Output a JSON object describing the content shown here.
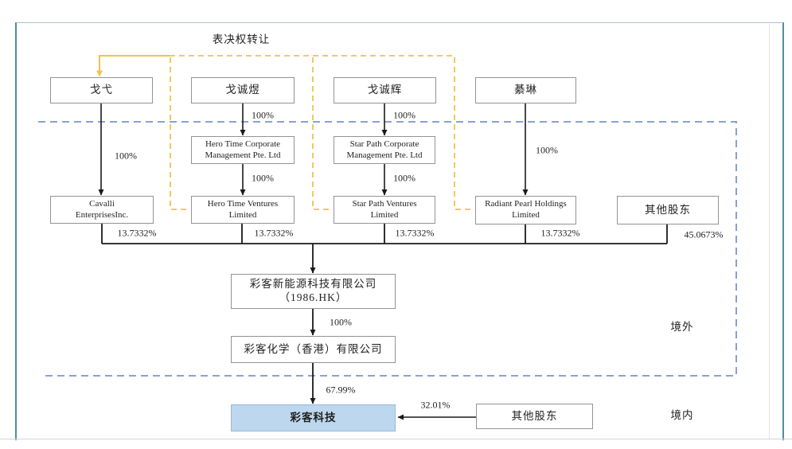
{
  "figure": {
    "title": "表决权转让",
    "regions": {
      "offshore": "境外",
      "onshore": "境内"
    }
  },
  "nodes": {
    "ge_yi": {
      "label": "戈弋"
    },
    "ge_chengyu": {
      "label": "戈诚煜"
    },
    "ge_chenghui": {
      "label": "戈诚辉"
    },
    "qi_lin": {
      "label": "綦琳"
    },
    "hero_corp": {
      "line1": "Hero Time Corporate",
      "line2": "Management Pte. Ltd"
    },
    "star_corp": {
      "line1": "Star Path Corporate",
      "line2": "Management Pte. Ltd"
    },
    "cavalli": {
      "line1": "Cavalli",
      "line2": "EnterprisesInc."
    },
    "hero_ventures": {
      "line1": "Hero Time Ventures",
      "line2": "Limited"
    },
    "star_ventures": {
      "line1": "Star Path Ventures",
      "line2": "Limited"
    },
    "radiant": {
      "line1": "Radiant Pearl Holdings",
      "line2": "Limited"
    },
    "other_shareholders_offshore": {
      "label": "其他股东"
    },
    "caike_new_energy": {
      "line1": "彩客新能源科技有限公司",
      "line2": "（1986.HK）"
    },
    "caike_chemical_hk": {
      "label": "彩客化学（香港）有限公司"
    },
    "caike_tech": {
      "label": "彩客科技"
    },
    "other_shareholders_onshore": {
      "label": "其他股东"
    }
  },
  "percentages": {
    "pct_100": "100%",
    "pct_13_7332": "13.7332%",
    "pct_45_0673": "45.0673%",
    "pct_67_99": "67.99%",
    "pct_32_01": "32.01%"
  },
  "colors": {
    "voting_transfer_yellow": "#F1C24B",
    "boundary_blue": "#7B94CF",
    "frame_teal": "#4F8D9D",
    "highlight_fill": "#BDD7EE",
    "line_black": "#1A1A1A"
  }
}
